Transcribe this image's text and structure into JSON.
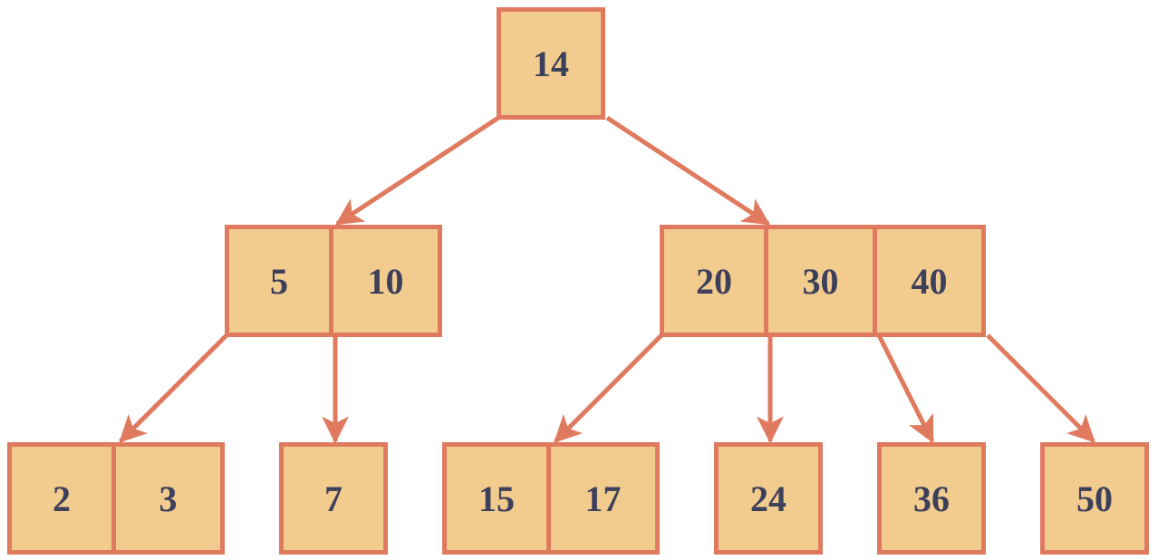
{
  "colors": {
    "node_fill": "#F2CC8F",
    "node_border": "#E07A5F",
    "edge": "#E07A5F",
    "text": "#3D405B",
    "background": "#FFFFFF"
  },
  "tree": {
    "type": "b-tree",
    "levels": [
      {
        "nodes": [
          {
            "keys": [
              "14"
            ]
          }
        ]
      },
      {
        "nodes": [
          {
            "keys": [
              "5",
              "10"
            ]
          },
          {
            "keys": [
              "20",
              "30",
              "40"
            ]
          }
        ]
      },
      {
        "nodes": [
          {
            "keys": [
              "2",
              "3"
            ]
          },
          {
            "keys": [
              "7"
            ]
          },
          {
            "keys": [
              "15",
              "17"
            ]
          },
          {
            "keys": [
              "24"
            ]
          },
          {
            "keys": [
              "36"
            ]
          },
          {
            "keys": [
              "50"
            ]
          }
        ]
      }
    ],
    "edges": [
      {
        "from": "14",
        "to": "5|10"
      },
      {
        "from": "14",
        "to": "20|30|40"
      },
      {
        "from": "5|10",
        "to": "2|3"
      },
      {
        "from": "5|10",
        "to": "7"
      },
      {
        "from": "20|30|40",
        "to": "15|17"
      },
      {
        "from": "20|30|40",
        "to": "24"
      },
      {
        "from": "20|30|40",
        "to": "36"
      },
      {
        "from": "20|30|40",
        "to": "50"
      }
    ]
  }
}
